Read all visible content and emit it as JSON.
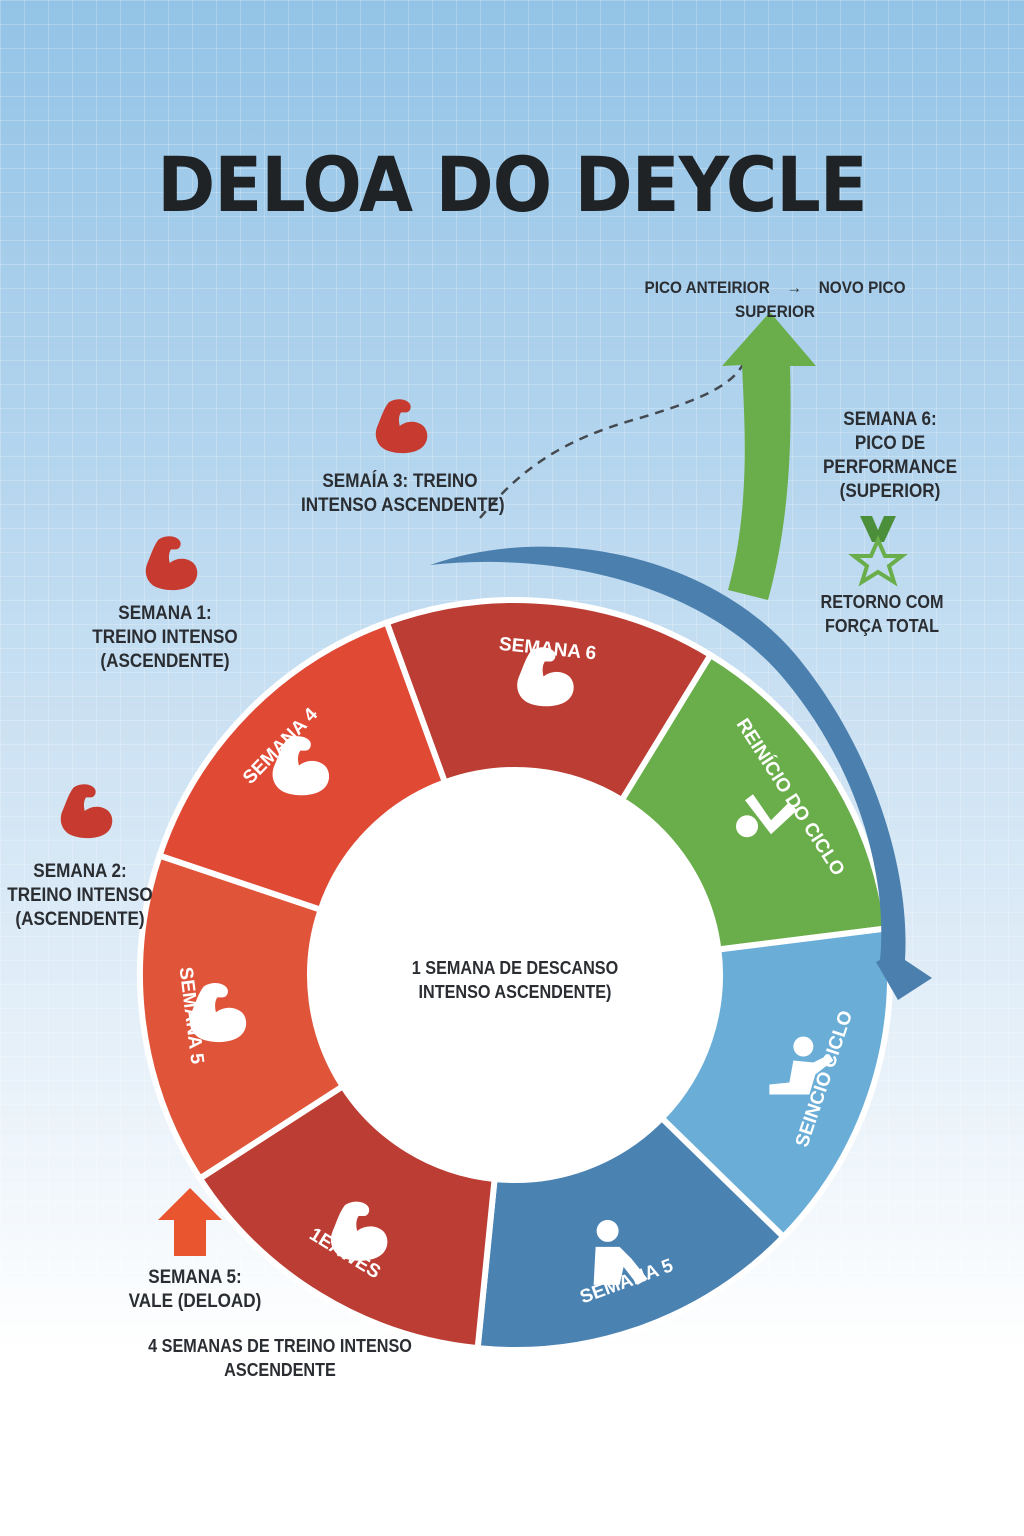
{
  "title": "DELOA DO DEYCLE",
  "peak_arrow": {
    "from": "PICO ANTEIRIOR",
    "arrow": "→",
    "to": "NOVO PICO SUPERIOR"
  },
  "side_labels": {
    "semana3": [
      "SEMAÍA 3: TREINO",
      "INTENSO ASCENDENTE)"
    ],
    "semana1": [
      "SEMANA 1:",
      "TREINO INTENSO",
      "(ASCENDENTE)"
    ],
    "semana2": [
      "SEMANA 2:",
      "TREINO INTENSO",
      "(ASCENDENTE)"
    ],
    "semana6": [
      "SEMANA 6:",
      "PICO DE",
      "PERFORMANCE",
      "(SUPERIOR)"
    ],
    "retorno": [
      "RETORNO COM",
      "FORÇA TOTAL"
    ],
    "semana5_vale": [
      "SEMANA 5:",
      "VALE (DELOAD)"
    ]
  },
  "center_text": [
    "1 SEMANA DE DESCANSO",
    "INTENSO ASCENDENTE)"
  ],
  "footer": "4 SEMANAS DE TREINO INTENSO ASCENDENTE",
  "segments": [
    {
      "label": "SEMANA 6",
      "color": "#bc3d33",
      "icon": "flexed-bicep-icon"
    },
    {
      "label": "REINÍCIO DO CICLO",
      "color": "#6aae4b",
      "icon": "swimmer-icon"
    },
    {
      "label": "SEINCIO CICLO",
      "color": "#6aaed8",
      "icon": "kneeling-person-icon"
    },
    {
      "label": "SEMANA 5",
      "color": "#4a82b2",
      "icon": "sitting-person-icon"
    },
    {
      "label": "1EAWES",
      "color": "#bc3d33",
      "icon": "flexed-bicep-icon"
    },
    {
      "label": "SEMANA 5",
      "color": "#e0553a",
      "icon": "flexed-bicep-icon"
    },
    {
      "label": "SEMANA 4",
      "color": "#e04a35",
      "icon": "flexed-bicep-icon"
    }
  ],
  "colors": {
    "red_dark": "#bc3d33",
    "red": "#e04a35",
    "green": "#6aae4b",
    "blue_light": "#6aaed8",
    "blue": "#4a82b2",
    "arrow_blue": "#4a7fae",
    "arrow_orange": "#e8552e"
  },
  "decor_icons": [
    "flexed-bicep-icon",
    "flexed-bicep-icon",
    "flexed-bicep-icon",
    "medal-star-icon",
    "up-arrow-icon"
  ]
}
